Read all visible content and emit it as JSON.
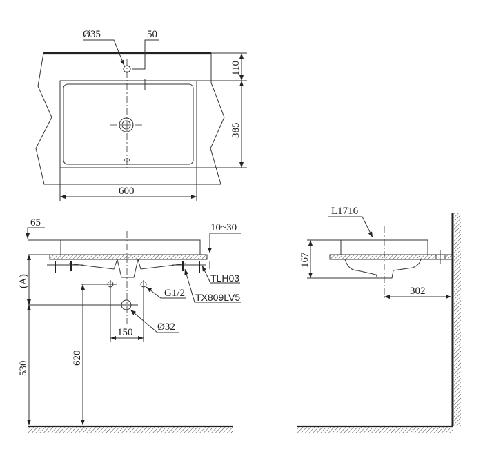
{
  "top_view": {
    "tap_hole": "Ø35",
    "tap_offset": "50",
    "hole_to_edge": "110",
    "depth": "385",
    "width": "600"
  },
  "front_view": {
    "overhang": "65",
    "counter_thickness": "10~30",
    "height_a": "(A)",
    "height_530": "530",
    "height_620": "620",
    "supply": "G1/2",
    "supply_spacing": "150",
    "drain": "Ø32",
    "bracket": "TLH03",
    "valve": "TX809LV5"
  },
  "side_view": {
    "model": "L1716",
    "height": "167",
    "wall_distance": "302"
  }
}
